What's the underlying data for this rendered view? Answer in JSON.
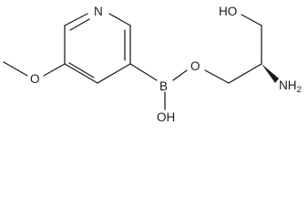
{
  "molecule": {
    "atoms": {
      "n_ring": "N",
      "o_methoxy": "O",
      "b": "B",
      "oh_boron": "OH",
      "o_ester": "O",
      "oh_top": "HO",
      "nh2": "NH",
      "nh2_sub": "2"
    }
  }
}
